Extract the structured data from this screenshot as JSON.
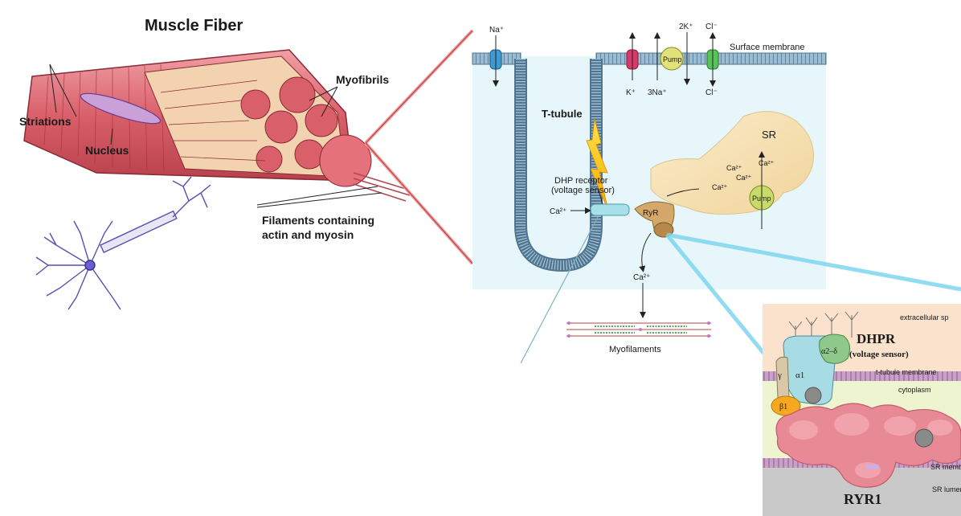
{
  "fiber": {
    "title": "Muscle Fiber",
    "myofibrils": "Myofibrils",
    "striations": "Striations",
    "nucleus": "Nucleus",
    "filaments_line1": "Filaments containing",
    "filaments_line2": "actin and myosin"
  },
  "tubule": {
    "na": "Na⁺",
    "k": "K⁺",
    "three_na": "3Na⁺",
    "two_k": "2K⁺",
    "cl_top": "Cl⁻",
    "cl_bottom": "Cl⁻",
    "pump_top": "Pump",
    "surface_membrane": "Surface membrane",
    "t_tubule": "T-tubule",
    "dhp_line1": "DHP receptor",
    "dhp_line2": "(voltage sensor)",
    "ca_in": "Ca²⁺",
    "sr": "SR",
    "ca_sr1": "Ca²⁺",
    "ca_sr2": "Ca²⁺",
    "ca_sr3": "Ca²⁺",
    "ca_sr4": "Ca²⁺",
    "ryr": "RyR",
    "pump_sr": "Pump",
    "ca_down": "Ca²⁺",
    "myofilaments": "Myofilaments"
  },
  "inset": {
    "extracellular": "extracellular sp",
    "dhpr": "DHPR",
    "voltage_sensor": "(voltage sensor)",
    "a2d": "α2–δ",
    "gamma": "γ",
    "a1": "α1",
    "b1": "β1",
    "t_tubule_membrane": "t-tubule membrane",
    "cytoplasm": "cytoplasm",
    "sr_membrane": "SR memb",
    "ryr1": "RYR1",
    "sr_lumen": "SR lumen"
  },
  "colors": {
    "fiber_red": "#d9606a",
    "membrane_blue": "#7a9fb8",
    "cytosol_cyan": "#dff3f8",
    "sr_tan": "#f5dfae",
    "zoom_red": "#e8a0a0",
    "zoom_cyan": "#7fd6ee",
    "ryr_pink": "#e88a95"
  }
}
